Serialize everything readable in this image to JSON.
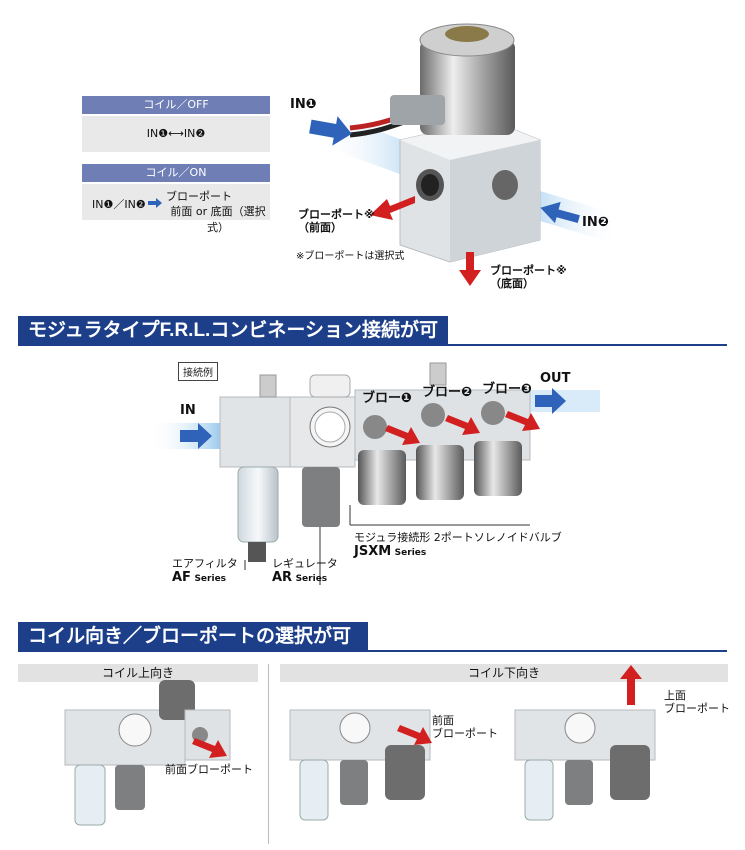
{
  "top": {
    "coil_off_header": "コイル／OFF",
    "coil_off_body": "IN❶⟷IN❷",
    "coil_on_header": "コイル／ON",
    "coil_on_ports": "IN❶／IN❷",
    "coil_on_result_1": "ブローポート",
    "coil_on_result_2": "前面 or 底面（選択式）",
    "in1_label": "IN❶",
    "in2_label": "IN❷",
    "front_blow_1": "ブローポート※",
    "front_blow_2": "（前面）",
    "bottom_blow_1": "ブローポート※",
    "bottom_blow_2": "（底面）",
    "note": "※ブローポートは選択式"
  },
  "section1": {
    "title": "モジュラタイプF.R.L.コンビネーション接続が可能",
    "example_tag": "接続例",
    "in_label": "IN",
    "out_label": "OUT",
    "blow1": "ブロー❶",
    "blow2": "ブロー❷",
    "blow3": "ブロー❸",
    "valve_name": "モジュラ接続形 2ポートソレノイドバルブ",
    "valve_code": "JSXM",
    "valve_series": "Series",
    "filter_name": "エアフィルタ",
    "filter_code": "AF",
    "filter_series": "Series",
    "regulator_name": "レギュレータ",
    "regulator_code": "AR",
    "regulator_series": "Series"
  },
  "section2": {
    "title": "コイル向き／ブローポートの選択が可能",
    "coil_up": "コイル上向き",
    "coil_down": "コイル下向き",
    "front_blow_port": "前面ブローポート",
    "front_blow_a": "前面",
    "front_blow_b": "ブローポート",
    "top_blow_a": "上面",
    "top_blow_b": "ブローポート"
  },
  "colors": {
    "accent_blue": "#1d3f8a",
    "table_header": "#6f7fb6",
    "blow_red": "#d21f1f",
    "flow_blue": "#2e63b9"
  }
}
